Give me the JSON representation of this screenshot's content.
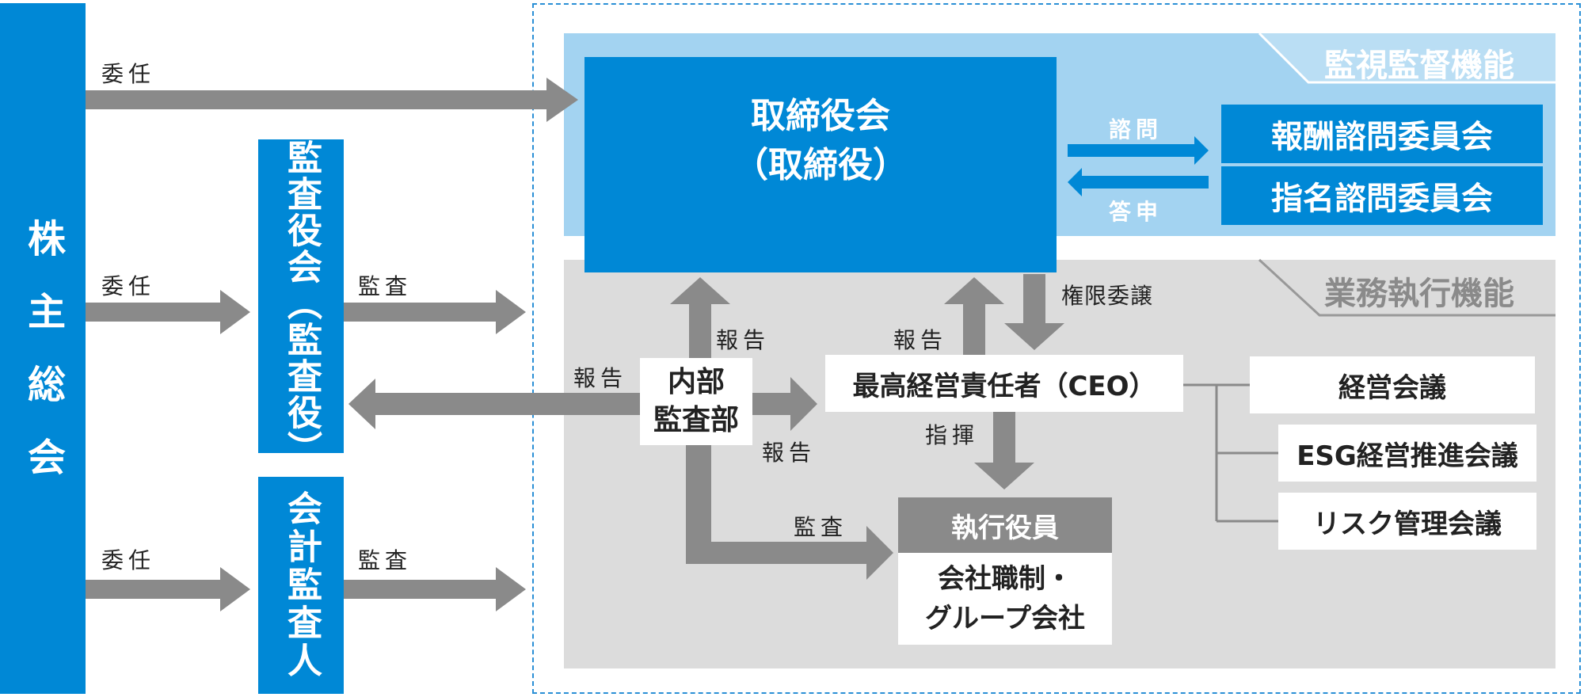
{
  "diagram": {
    "shareholders": "株主総会",
    "audit_board": "監査役会（監査役）",
    "accounting_auditor": "会計監査人",
    "oversight_section": "監視監督機能",
    "execution_section": "業務執行機能",
    "board": {
      "line1": "取締役会",
      "line2": "（取締役）"
    },
    "remuneration_committee": "報酬諮問委員会",
    "nomination_committee": "指名諮問委員会",
    "internal_audit": {
      "line1": "内部",
      "line2": "監査部"
    },
    "ceo": "最高経営責任者（CEO）",
    "executive_officers": "執行役員",
    "organization": {
      "line1": "会社職制・",
      "line2": "グループ会社"
    },
    "management_meeting": "経営会議",
    "esg_meeting": "ESG経営推進会議",
    "risk_meeting": "リスク管理会議",
    "labels": {
      "appoint_top": "委任",
      "appoint_middle": "委任",
      "appoint_bottom": "委任",
      "audit_by_board": "監査",
      "audit_by_accountant": "監査",
      "consult": "諮問",
      "report_back": "答申",
      "delegation": "権限委譲",
      "report_to_board": "報告",
      "report_ceo_to_board": "報告",
      "report_to_audit_board": "報告",
      "report_to_ceo": "報告",
      "direction": "指揮",
      "internal_audit_exec": "監査"
    },
    "colors": {
      "primary_blue": "#0088d6",
      "light_blue": "#a3d3f1",
      "light_gray": "#dcdcdc",
      "arrow_gray": "#8a8a8a",
      "exec_header_gray": "#8a8a8a",
      "dashed_border": "#2a8fd6"
    }
  }
}
